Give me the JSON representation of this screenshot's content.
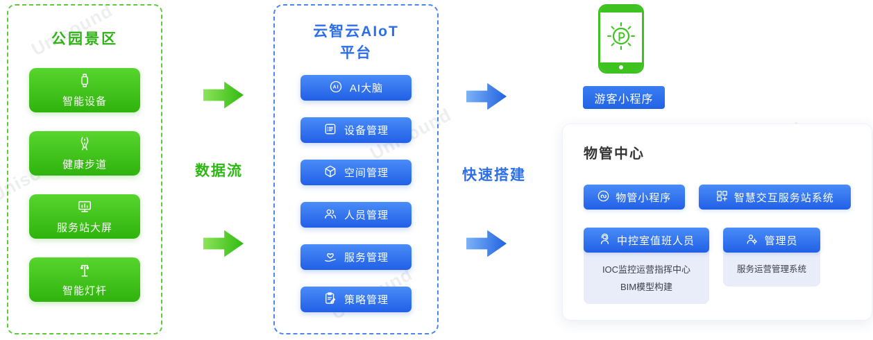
{
  "watermark": {
    "text": "Unisound"
  },
  "colors": {
    "green": "#3ec21f",
    "blue": "#2d6ee9"
  },
  "left_panel": {
    "title": "公园景区",
    "items": [
      {
        "label": "智能设备",
        "icon": "smartwatch-icon"
      },
      {
        "label": "健康步道",
        "icon": "trail-icon"
      },
      {
        "label": "服务站大屏",
        "icon": "screen-chart-icon"
      },
      {
        "label": "智能灯杆",
        "icon": "lamppost-icon"
      }
    ]
  },
  "flow_left": {
    "label": "数据流"
  },
  "center_panel": {
    "title_line1": "云智云AIoT",
    "title_line2": "平台",
    "items": [
      {
        "label": "AI大脑",
        "icon": "ai-brain-icon"
      },
      {
        "label": "设备管理",
        "icon": "device-list-icon"
      },
      {
        "label": "空间管理",
        "icon": "space-cube-icon"
      },
      {
        "label": "人员管理",
        "icon": "people-icon"
      },
      {
        "label": "服务管理",
        "icon": "service-heart-icon"
      },
      {
        "label": "策略管理",
        "icon": "strategy-clipboard-icon"
      }
    ]
  },
  "flow_right": {
    "label": "快速搭建"
  },
  "tourist": {
    "label": "游客小程序"
  },
  "property_center": {
    "title": "物管中心",
    "buttons": [
      {
        "label": "物管小程序",
        "icon": "miniprogram-icon"
      },
      {
        "label": "智慧交互服务站系统",
        "icon": "kiosk-grid-icon"
      }
    ],
    "cards": [
      {
        "header": "中控室值班人员",
        "icon": "operator-headset-icon",
        "lines": [
          "IOC监控运营指挥中心",
          "BIM模型构建"
        ]
      },
      {
        "header": "管理员",
        "icon": "admin-gear-icon",
        "lines": [
          "服务运营管理系统"
        ]
      }
    ]
  }
}
